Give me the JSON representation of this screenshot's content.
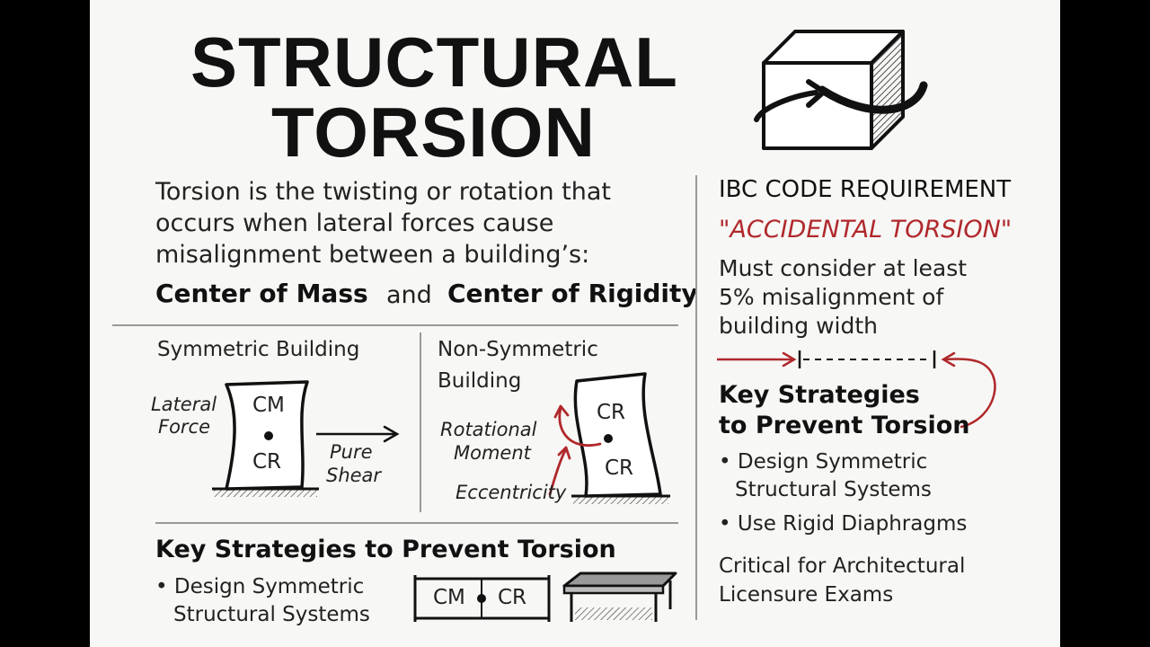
{
  "title": {
    "line1": "STRUCTURAL",
    "line2": "TORSION"
  },
  "intro": {
    "line1": "Torsion is the twisting or rotation that",
    "line2": "occurs when lateral forces cause",
    "line3": "misalignment between a building’s:",
    "center_mass": "Center of Mass",
    "and": "and",
    "center_rigidity": "Center of Rigidity"
  },
  "symmetric": {
    "heading": "Symmetric Building",
    "lateral1": "Lateral",
    "lateral2": "Force",
    "cm": "CM",
    "cr": "CR",
    "shear1": "Pure",
    "shear2": "Shear"
  },
  "nonsymmetric": {
    "heading1": "Non-Symmetric",
    "heading2": "Building",
    "rot1": "Rotational",
    "rot2": "Moment",
    "ecc": "Eccentricity",
    "cr_top": "CR",
    "cr_bottom": "CR"
  },
  "bottom": {
    "heading": "Key Strategies to Prevent Torsion",
    "bullet1_line1": "• Design Symmetric",
    "bullet1_line2": "Structural Systems",
    "cm": "CM",
    "cr": "CR"
  },
  "ibc": {
    "heading": "IBC CODE REQUIREMENT",
    "quote": "\"ACCIDENTAL TORSION\"",
    "req1": "Must consider at least",
    "req2": "5% misalignment of",
    "req3": "building width",
    "strat1": "Key Strategies",
    "strat2": "to Prevent Torsion",
    "b1_line1": "• Design Symmetric",
    "b1_line2": "Structural Systems",
    "b2": "• Use Rigid Diaphragms",
    "crit1": "Critical for Architectural",
    "crit2": "Licensure Exams"
  },
  "colors": {
    "accent": "#b0282c",
    "ink": "#1a1a1a",
    "paper": "#f7f7f5",
    "frame": "#000000"
  }
}
